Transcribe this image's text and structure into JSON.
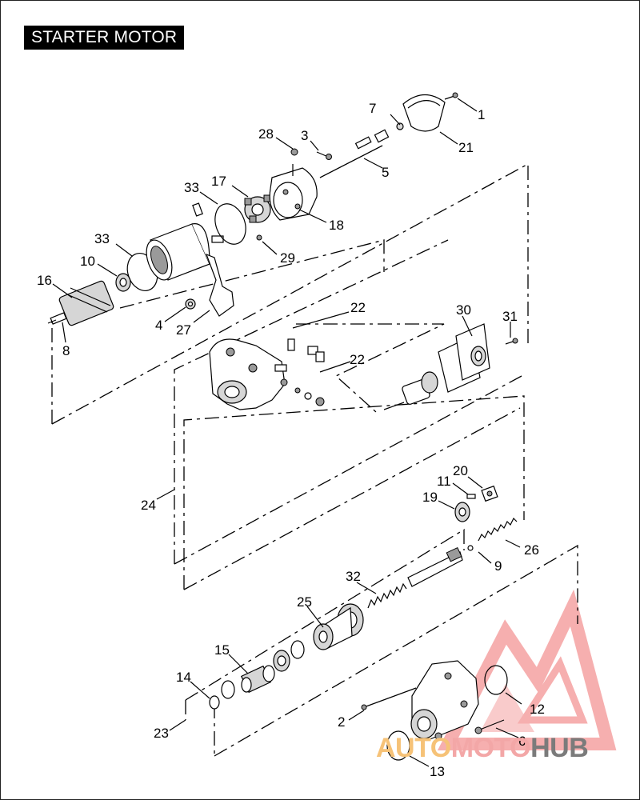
{
  "title": "STARTER MOTOR",
  "callouts": [
    {
      "id": "c1",
      "label": "1"
    },
    {
      "id": "c2",
      "label": "2"
    },
    {
      "id": "c3",
      "label": "3"
    },
    {
      "id": "c4",
      "label": "4"
    },
    {
      "id": "c5",
      "label": "5"
    },
    {
      "id": "c6",
      "label": "6"
    },
    {
      "id": "c7",
      "label": "7"
    },
    {
      "id": "c8",
      "label": "8"
    },
    {
      "id": "c9",
      "label": "9"
    },
    {
      "id": "c10",
      "label": "10"
    },
    {
      "id": "c11",
      "label": "11"
    },
    {
      "id": "c12",
      "label": "12"
    },
    {
      "id": "c13",
      "label": "13"
    },
    {
      "id": "c14",
      "label": "14"
    },
    {
      "id": "c15",
      "label": "15"
    },
    {
      "id": "c16",
      "label": "16"
    },
    {
      "id": "c17",
      "label": "17"
    },
    {
      "id": "c18",
      "label": "18"
    },
    {
      "id": "c19",
      "label": "19"
    },
    {
      "id": "c20",
      "label": "20"
    },
    {
      "id": "c21",
      "label": "21"
    },
    {
      "id": "c22a",
      "label": "22"
    },
    {
      "id": "c22b",
      "label": "22"
    },
    {
      "id": "c23",
      "label": "23"
    },
    {
      "id": "c24",
      "label": "24"
    },
    {
      "id": "c25",
      "label": "25"
    },
    {
      "id": "c26",
      "label": "26"
    },
    {
      "id": "c27",
      "label": "27"
    },
    {
      "id": "c28",
      "label": "28"
    },
    {
      "id": "c29",
      "label": "29"
    },
    {
      "id": "c30",
      "label": "30"
    },
    {
      "id": "c31",
      "label": "31"
    },
    {
      "id": "c32",
      "label": "32"
    },
    {
      "id": "c33a",
      "label": "33"
    },
    {
      "id": "c33b",
      "label": "33"
    }
  ],
  "watermark": {
    "part1": "AUTO",
    "part2": "MOTO",
    "part3": "HUB",
    "logo_colors": [
      "#f08080",
      "#f6c277",
      "#7b7b7b"
    ]
  }
}
